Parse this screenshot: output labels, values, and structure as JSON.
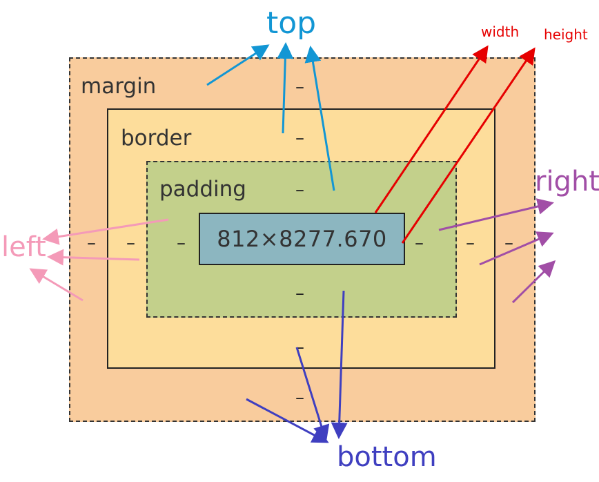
{
  "box_model": {
    "margin": {
      "label": "margin",
      "top": "–",
      "right": "–",
      "bottom": "–",
      "left": "–"
    },
    "border": {
      "label": "border",
      "top": "–",
      "right": "–",
      "bottom": "–",
      "left": "–"
    },
    "padding": {
      "label": "padding",
      "top": "–",
      "right": "–",
      "bottom": "–",
      "left": "–"
    },
    "content": {
      "size": "812×8277.670"
    }
  },
  "annotations": {
    "top": "top",
    "bottom": "bottom",
    "left": "left",
    "right": "right",
    "width": "width",
    "height": "height"
  },
  "colors": {
    "margin_fill": "#f9cc9d",
    "border_fill": "#fddd9b",
    "padding_fill": "#c3d08b",
    "content_fill": "#8cb6c0",
    "top_arrow": "#1296d4",
    "bottom_arrow": "#3f3fc0",
    "left_arrow": "#f49ab8",
    "right_arrow": "#a14ea6",
    "size_arrow": "#e60000"
  }
}
